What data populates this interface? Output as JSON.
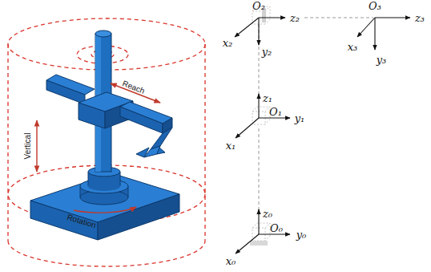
{
  "diagram": {
    "labels": [
      "Reach",
      "Vertical",
      "Rotation",
      "O₂",
      "z₂",
      "x₂",
      "y₂",
      "O₃",
      "z₃",
      "x₃",
      "y₃",
      "z₁",
      "O₁",
      "y₁",
      "x₁",
      "z₀",
      "O₀",
      "y₀",
      "x₀"
    ]
  }
}
